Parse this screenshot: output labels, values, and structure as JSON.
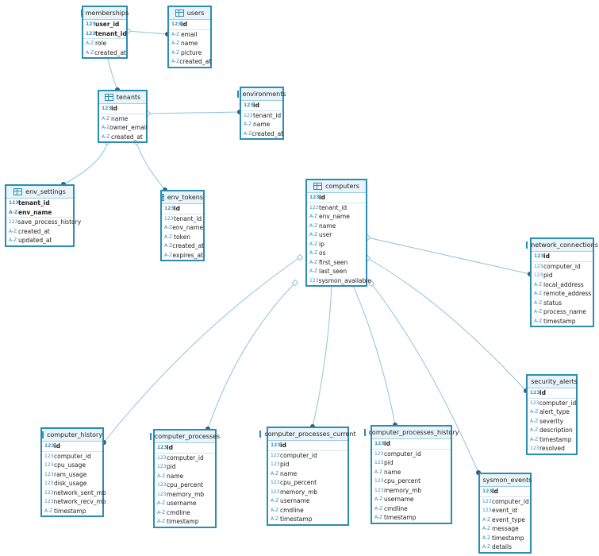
{
  "diagram": {
    "entities": [
      {
        "id": "memberships",
        "name": "memberships",
        "fields": [
          {
            "t": "123",
            "n": "user_id",
            "pk": true
          },
          {
            "t": "123",
            "n": "tenant_id",
            "pk": true
          },
          {
            "t": "A-Z",
            "n": "role"
          },
          {
            "t": "A-Z",
            "n": "created_at"
          }
        ]
      },
      {
        "id": "users",
        "name": "users",
        "fields": [
          {
            "t": "123",
            "n": "id",
            "pk": true
          },
          {
            "t": "A-Z",
            "n": "email"
          },
          {
            "t": "A-Z",
            "n": "name"
          },
          {
            "t": "A-Z",
            "n": "picture"
          },
          {
            "t": "A-Z",
            "n": "created_at"
          }
        ]
      },
      {
        "id": "tenants",
        "name": "tenants",
        "fields": [
          {
            "t": "123",
            "n": "id",
            "pk": true
          },
          {
            "t": "A-Z",
            "n": "name"
          },
          {
            "t": "A-Z",
            "n": "owner_email"
          },
          {
            "t": "A-Z",
            "n": "created_at"
          }
        ]
      },
      {
        "id": "environments",
        "name": "environments",
        "fields": [
          {
            "t": "123",
            "n": "id",
            "pk": true
          },
          {
            "t": "123",
            "n": "tenant_id"
          },
          {
            "t": "A-Z",
            "n": "name"
          },
          {
            "t": "A-Z",
            "n": "created_at"
          }
        ]
      },
      {
        "id": "env_settings",
        "name": "env_settings",
        "fields": [
          {
            "t": "123",
            "n": "tenant_id",
            "pk": true
          },
          {
            "t": "A-Z",
            "n": "env_name",
            "pk": true
          },
          {
            "t": "123",
            "n": "save_process_history"
          },
          {
            "t": "A-Z",
            "n": "created_at"
          },
          {
            "t": "A-Z",
            "n": "updated_at"
          }
        ]
      },
      {
        "id": "env_tokens",
        "name": "env_tokens",
        "fields": [
          {
            "t": "123",
            "n": "id",
            "pk": true
          },
          {
            "t": "123",
            "n": "tenant_id"
          },
          {
            "t": "A-Z",
            "n": "env_name"
          },
          {
            "t": "A-Z",
            "n": "token"
          },
          {
            "t": "A-Z",
            "n": "created_at"
          },
          {
            "t": "A-Z",
            "n": "expires_at"
          }
        ]
      },
      {
        "id": "computers",
        "name": "computers",
        "fields": [
          {
            "t": "123",
            "n": "id",
            "pk": true
          },
          {
            "t": "123",
            "n": "tenant_id"
          },
          {
            "t": "A-Z",
            "n": "env_name"
          },
          {
            "t": "A-Z",
            "n": "name"
          },
          {
            "t": "A-Z",
            "n": "user"
          },
          {
            "t": "A-Z",
            "n": "ip"
          },
          {
            "t": "A-Z",
            "n": "os"
          },
          {
            "t": "A-Z",
            "n": "first_seen"
          },
          {
            "t": "A-Z",
            "n": "last_seen"
          },
          {
            "t": "123",
            "n": "sysmon_available"
          }
        ]
      },
      {
        "id": "network_connections",
        "name": "network_connections",
        "fields": [
          {
            "t": "123",
            "n": "id",
            "pk": true
          },
          {
            "t": "123",
            "n": "computer_id"
          },
          {
            "t": "123",
            "n": "pid"
          },
          {
            "t": "A-Z",
            "n": "local_address"
          },
          {
            "t": "A-Z",
            "n": "remote_address"
          },
          {
            "t": "A-Z",
            "n": "status"
          },
          {
            "t": "A-Z",
            "n": "process_name"
          },
          {
            "t": "A-Z",
            "n": "timestamp"
          }
        ]
      },
      {
        "id": "security_alerts",
        "name": "security_alerts",
        "fields": [
          {
            "t": "123",
            "n": "id",
            "pk": true
          },
          {
            "t": "123",
            "n": "computer_id"
          },
          {
            "t": "A-Z",
            "n": "alert_type"
          },
          {
            "t": "A-Z",
            "n": "severity"
          },
          {
            "t": "A-Z",
            "n": "description"
          },
          {
            "t": "A-Z",
            "n": "timestamp"
          },
          {
            "t": "123",
            "n": "resolved"
          }
        ]
      },
      {
        "id": "computer_history",
        "name": "computer_history",
        "fields": [
          {
            "t": "123",
            "n": "id",
            "pk": true
          },
          {
            "t": "123",
            "n": "computer_id"
          },
          {
            "t": "123",
            "n": "cpu_usage"
          },
          {
            "t": "123",
            "n": "ram_usage"
          },
          {
            "t": "123",
            "n": "disk_usage"
          },
          {
            "t": "123",
            "n": "network_sent_mb"
          },
          {
            "t": "123",
            "n": "network_recv_mb"
          },
          {
            "t": "A-Z",
            "n": "timestamp"
          }
        ]
      },
      {
        "id": "computer_processes",
        "name": "computer_processes",
        "fields": [
          {
            "t": "123",
            "n": "id",
            "pk": true
          },
          {
            "t": "123",
            "n": "computer_id"
          },
          {
            "t": "123",
            "n": "pid"
          },
          {
            "t": "A-Z",
            "n": "name"
          },
          {
            "t": "123",
            "n": "cpu_percent"
          },
          {
            "t": "123",
            "n": "memory_mb"
          },
          {
            "t": "A-Z",
            "n": "username"
          },
          {
            "t": "A-Z",
            "n": "cmdline"
          },
          {
            "t": "A-Z",
            "n": "timestamp"
          }
        ]
      },
      {
        "id": "computer_processes_current",
        "name": "computer_processes_current",
        "fields": [
          {
            "t": "123",
            "n": "id",
            "pk": true
          },
          {
            "t": "123",
            "n": "computer_id"
          },
          {
            "t": "123",
            "n": "pid"
          },
          {
            "t": "A-Z",
            "n": "name"
          },
          {
            "t": "123",
            "n": "cpu_percent"
          },
          {
            "t": "123",
            "n": "memory_mb"
          },
          {
            "t": "A-Z",
            "n": "username"
          },
          {
            "t": "A-Z",
            "n": "cmdline"
          },
          {
            "t": "A-Z",
            "n": "timestamp"
          }
        ]
      },
      {
        "id": "computer_processes_history",
        "name": "computer_processes_history",
        "fields": [
          {
            "t": "123",
            "n": "id",
            "pk": true
          },
          {
            "t": "123",
            "n": "computer_id"
          },
          {
            "t": "123",
            "n": "pid"
          },
          {
            "t": "A-Z",
            "n": "name"
          },
          {
            "t": "123",
            "n": "cpu_percent"
          },
          {
            "t": "123",
            "n": "memory_mb"
          },
          {
            "t": "A-Z",
            "n": "username"
          },
          {
            "t": "A-Z",
            "n": "cmdline"
          },
          {
            "t": "A-Z",
            "n": "timestamp"
          }
        ]
      },
      {
        "id": "sysmon_events",
        "name": "sysmon_events",
        "fields": [
          {
            "t": "123",
            "n": "id",
            "pk": true
          },
          {
            "t": "123",
            "n": "computer_id"
          },
          {
            "t": "123",
            "n": "event_id"
          },
          {
            "t": "A-Z",
            "n": "event_type"
          },
          {
            "t": "A-Z",
            "n": "message"
          },
          {
            "t": "A-Z",
            "n": "timestamp"
          },
          {
            "t": "A-Z",
            "n": "details"
          }
        ]
      }
    ],
    "relations": [
      {
        "from": "memberships",
        "to": "users"
      },
      {
        "from": "memberships",
        "to": "tenants"
      },
      {
        "from": "tenants",
        "to": "environments"
      },
      {
        "from": "tenants",
        "to": "env_settings"
      },
      {
        "from": "tenants",
        "to": "env_tokens"
      },
      {
        "from": "computers",
        "to": "network_connections"
      },
      {
        "from": "computers",
        "to": "security_alerts"
      },
      {
        "from": "computers",
        "to": "computer_history"
      },
      {
        "from": "computers",
        "to": "computer_processes"
      },
      {
        "from": "computers",
        "to": "computer_processes_current"
      },
      {
        "from": "computers",
        "to": "computer_processes_history"
      },
      {
        "from": "computers",
        "to": "sysmon_events"
      }
    ]
  }
}
